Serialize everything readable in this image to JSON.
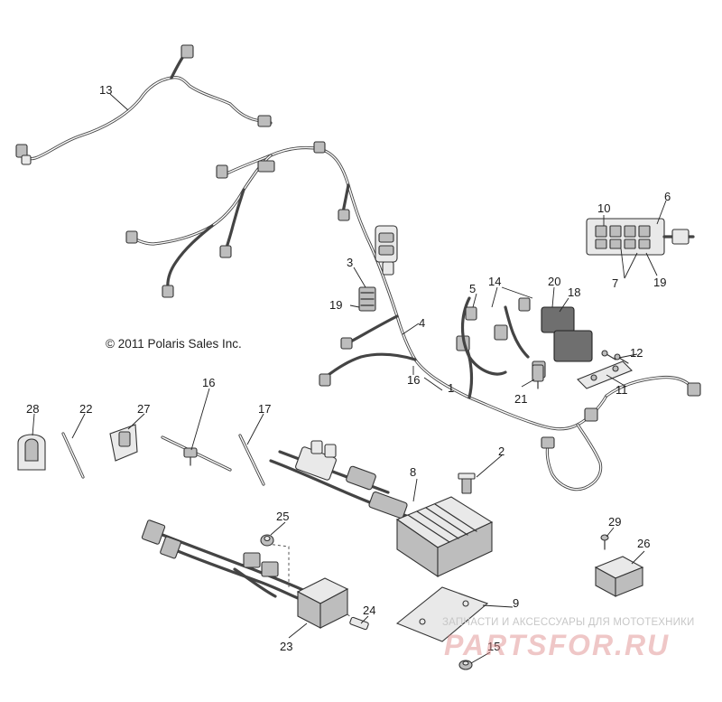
{
  "diagram": {
    "copyright": "© 2011 Polaris Sales Inc.",
    "callouts": [
      {
        "id": "c1",
        "label": "1"
      },
      {
        "id": "c2",
        "label": "2"
      },
      {
        "id": "c3",
        "label": "3"
      },
      {
        "id": "c4",
        "label": "4"
      },
      {
        "id": "c5",
        "label": "5"
      },
      {
        "id": "c6",
        "label": "6"
      },
      {
        "id": "c7",
        "label": "7"
      },
      {
        "id": "c8",
        "label": "8"
      },
      {
        "id": "c9",
        "label": "9"
      },
      {
        "id": "c10",
        "label": "10"
      },
      {
        "id": "c11",
        "label": "11"
      },
      {
        "id": "c12",
        "label": "12"
      },
      {
        "id": "c13",
        "label": "13"
      },
      {
        "id": "c14",
        "label": "14"
      },
      {
        "id": "c15",
        "label": "15"
      },
      {
        "id": "c16a",
        "label": "16"
      },
      {
        "id": "c16b",
        "label": "16"
      },
      {
        "id": "c17",
        "label": "17"
      },
      {
        "id": "c18",
        "label": "18"
      },
      {
        "id": "c19a",
        "label": "19"
      },
      {
        "id": "c19b",
        "label": "19"
      },
      {
        "id": "c20",
        "label": "20"
      },
      {
        "id": "c21",
        "label": "21"
      },
      {
        "id": "c22",
        "label": "22"
      },
      {
        "id": "c23",
        "label": "23"
      },
      {
        "id": "c24",
        "label": "24"
      },
      {
        "id": "c25",
        "label": "25"
      },
      {
        "id": "c27",
        "label": "27"
      },
      {
        "id": "c28",
        "label": "28"
      },
      {
        "id": "c29",
        "label": "29"
      }
    ]
  },
  "watermark": {
    "tagline": "ЗАПЧАСТИ И АКСЕССУАРЫ ДЛЯ МОТОТЕХНИКИ",
    "logo": "PARTSFOR.RU"
  },
  "colors": {
    "line": "#333333",
    "background": "#ffffff",
    "watermark": "#d98a8a"
  }
}
